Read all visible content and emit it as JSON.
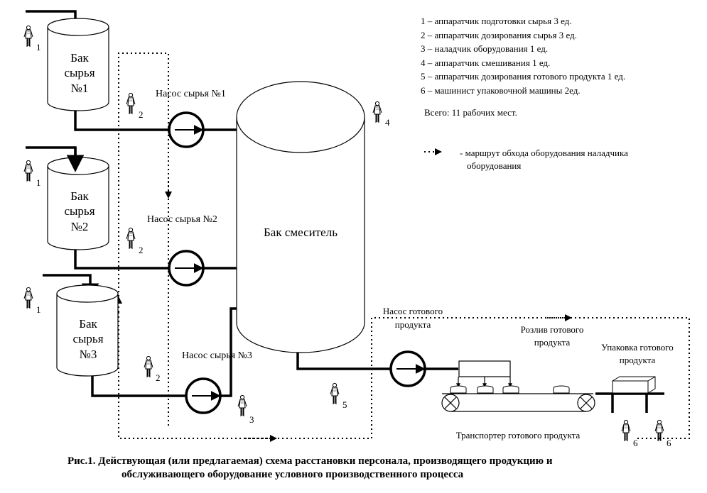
{
  "legend": {
    "items": [
      "1 – аппаратчик подготовки сырья 3 ед.",
      "2 – аппаратчик дозирования сырья 3 ед.",
      "3 – наладчик оборудования 1 ед.",
      "4 – аппаратчик смешивания 1 ед.",
      "5 – аппаратчик дозирования готового продукта 1 ед.",
      "6 – машинист упаковочной машины 2ед."
    ],
    "total": "Всего: 11 рабочих мест.",
    "route_line1": "- маршрут обхода оборудования наладчика",
    "route_line2": "оборудования"
  },
  "tanks": {
    "tank1_l1": "Бак",
    "tank1_l2": "сырья",
    "tank1_l3": "№1",
    "tank2_l1": "Бак",
    "tank2_l2": "сырья",
    "tank2_l3": "№2",
    "tank3_l1": "Бак",
    "tank3_l2": "сырья",
    "tank3_l3": "№3",
    "mixer": "Бак смеситель"
  },
  "pumps": {
    "pump1": "Насос сырья №1",
    "pump2": "Насос сырья №2",
    "pump3": "Насос сырья №3",
    "product_l1": "Насос готового",
    "product_l2": "продукта"
  },
  "stations": {
    "filling_l1": "Розлив готового",
    "filling_l2": "продукта",
    "packing_l1": "Упаковка готового",
    "packing_l2": "продукта",
    "conveyor": "Транспортер готового продукта"
  },
  "workers": {
    "w1a": "1",
    "w1b": "1",
    "w1c": "1",
    "w2a": "2",
    "w2b": "2",
    "w2c": "2",
    "w3": "3",
    "w4": "4",
    "w5": "5",
    "w6a": "6",
    "w6b": "6"
  },
  "caption": {
    "line1": "Рис.1. Действующая (или предлагаемая) схема расстановки персонала, производящего продукцию и",
    "line2": "обслуживающего оборудование условного производственного процесса"
  }
}
